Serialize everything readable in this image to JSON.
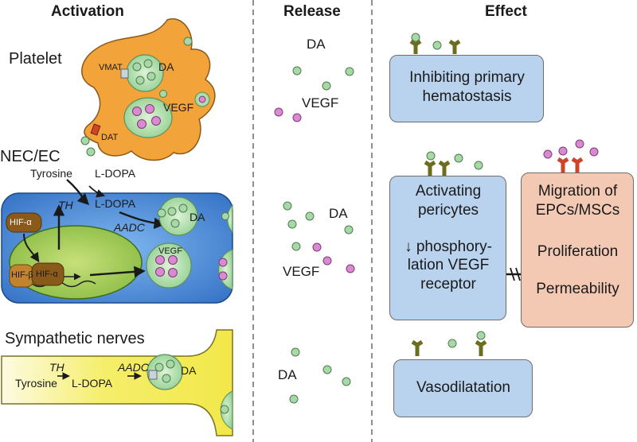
{
  "headers": {
    "activation": "Activation",
    "release": "Release",
    "effect": "Effect"
  },
  "activation": {
    "platelet": {
      "label": "Platelet",
      "vmat": "VMAT",
      "da": "DA",
      "vegf": "VEGF",
      "dat": "DAT"
    },
    "nec": {
      "label": "NEC/EC",
      "tyrosine": "Tyrosine",
      "ldopa_input": "L-DOPA",
      "th": "TH",
      "ldopa": "L-DOPA",
      "aadc": "AADC",
      "da": "DA",
      "vegf": "VEGF",
      "hif_alpha": "HIF-α",
      "hif_beta": "HIF-β",
      "hif_alpha_2": "HIF-α"
    },
    "sympathetic": {
      "label": "Sympathetic nerves",
      "th": "TH",
      "aadc": "AADC",
      "tyrosine": "Tyrosine",
      "ldopa": "L-DOPA",
      "da": "DA"
    }
  },
  "release": {
    "row1": {
      "da": "DA",
      "vegf": "VEGF"
    },
    "row2": {
      "da": "DA",
      "vegf": "VEGF"
    },
    "row3": {
      "da": "DA"
    }
  },
  "effect": {
    "hemostasis": {
      "line1": "Inhibiting primary",
      "line2": "hematostasis"
    },
    "pericytes": {
      "line1": "Activating",
      "line2": "pericytes",
      "line3": "↓ phosphory-",
      "line4": "lation VEGF",
      "line5": "receptor"
    },
    "migration": {
      "line1": "Migration of",
      "line2": "EPCs/MSCs",
      "line3": "Proliferation",
      "line4": "Permeability"
    },
    "vasodilatation": {
      "line1": "Vasodilatation"
    }
  },
  "colors": {
    "dopamine": "#a8d8a8",
    "vegf_particle": "#d98ad0",
    "platelet": "#f2a33a",
    "endothelial": "#3b7fd4",
    "sympathetic": "#f4ec55",
    "effect_box": "#b9d3ee",
    "migration_box": "#f3c9b4",
    "dopamine_receptor": "#e8e870",
    "vegf_receptor": "#d0452a"
  }
}
